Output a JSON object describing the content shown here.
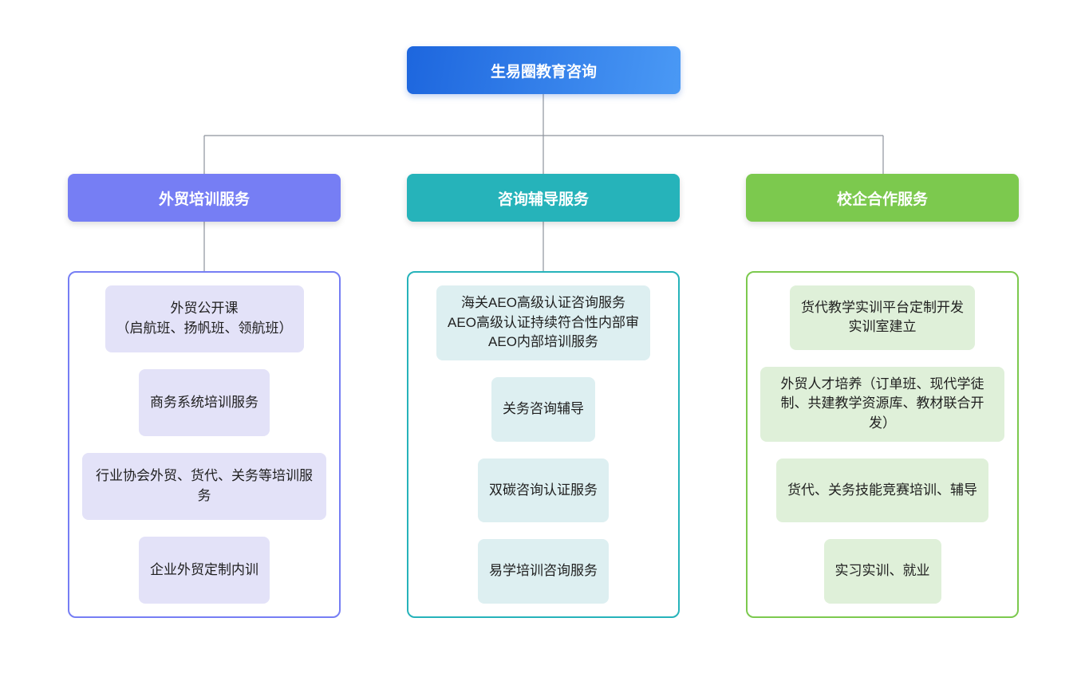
{
  "root": {
    "label": "生易圈教育咨询"
  },
  "colors": {
    "root_grad_start": "#1d66de",
    "root_grad_end": "#4a99f5",
    "purple": "#767ef4",
    "purple_light": "#e3e2f8",
    "teal": "#26b3ba",
    "teal_light": "#ddeff1",
    "green": "#7cc94e",
    "green_light": "#dff0d9",
    "line": "#8d939c",
    "text_light": "#ffffff",
    "text_dark": "#1f1f1f"
  },
  "branches": [
    {
      "label": "外贸培训服务",
      "items": [
        "外贸公开课\n（启航班、扬帆班、领航班）",
        "商务系统培训服务",
        "行业协会外贸、货代、关务等培训服务",
        "企业外贸定制内训"
      ]
    },
    {
      "label": "咨询辅导服务",
      "items": [
        "海关AEO高级认证咨询服务\nAEO高级认证持续符合性内部审\nAEO内部培训服务",
        "关务咨询辅导",
        "双碳咨询认证服务",
        "易学培训咨询服务"
      ]
    },
    {
      "label": "校企合作服务",
      "items": [
        "货代教学实训平台定制开发\n实训室建立",
        "外贸人才培养（订单班、现代学徒制、共建教学资源库、教材联合开发）",
        "货代、关务技能竞赛培训、辅导",
        "实习实训、就业"
      ]
    }
  ]
}
